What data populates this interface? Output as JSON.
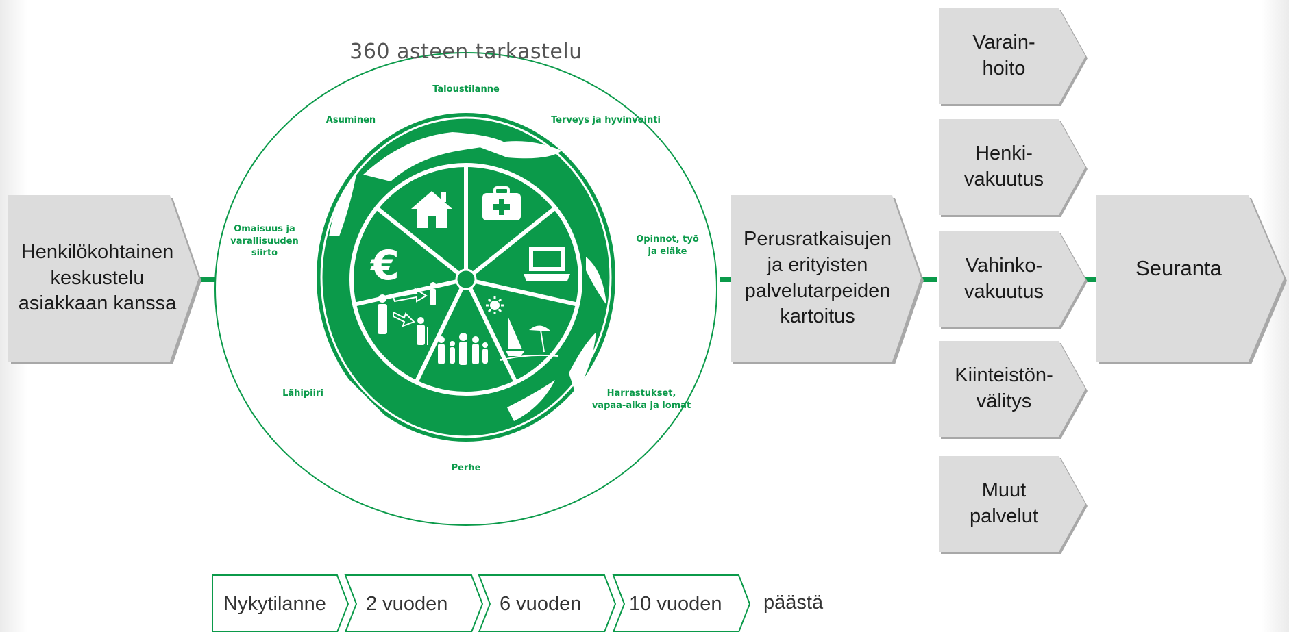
{
  "colors": {
    "accent": "#0b9a4a",
    "chevron_fill": "#dcdcdc",
    "chevron_shadow": "#a8a8a8",
    "text": "#1a1a1a"
  },
  "left_step": {
    "label": "Henkilökohtainen\nkeskustelu\nasiakkaan kanssa"
  },
  "circle": {
    "title": "360 asteen tarkastelu",
    "categories": {
      "taloustilanne": "Taloustilanne",
      "asuminen": "Asuminen",
      "terveys": "Terveys ja hyvinvointi",
      "omaisuus": "Omaisuus ja\nvarallisuuden\nsiirto",
      "opinnot": "Opinnot, työ\nja eläke",
      "lahipiiri": "Lähipiiri",
      "harrastukset": "Harrastukset,\nvapaa-aika ja lomat",
      "perhe": "Perhe"
    },
    "wheel_icons": [
      "house-icon",
      "first-aid-kit-icon",
      "laptop-icon",
      "sailboat-umbrella-icon",
      "family-icon",
      "generations-icon",
      "euro-icon"
    ]
  },
  "middle_step": {
    "label": "Perusratkaisujen\nja erityisten\npalvelutarpeiden\nkartoitus"
  },
  "services": [
    {
      "label": "Varain-\nhoito"
    },
    {
      "label": "Henki-\nvakuutus"
    },
    {
      "label": "Vahinko-\nvakuutus"
    },
    {
      "label": "Kiinteistön-\nvälitys"
    },
    {
      "label": "Muut\npalvelut"
    }
  ],
  "right_step": {
    "label": "Seuranta"
  },
  "timeline": {
    "steps": [
      "Nykytilanne",
      "2 vuoden",
      "6 vuoden",
      "10 vuoden"
    ],
    "suffix": "päästä"
  }
}
